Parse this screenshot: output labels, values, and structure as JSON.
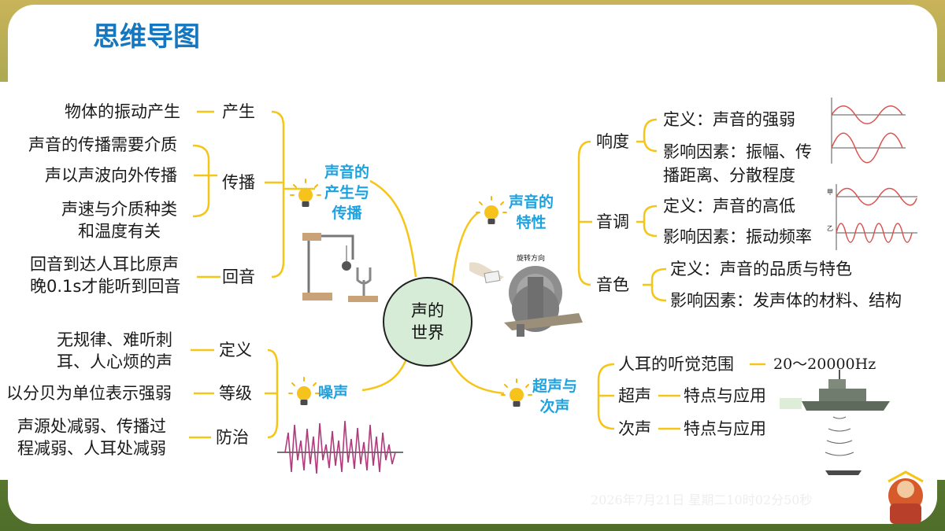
{
  "title": "思维导图",
  "center": "声的\n世界",
  "branches": {
    "production": {
      "label": "声音的\n产生与\n传播",
      "children": [
        {
          "label": "产生",
          "leaves": [
            "物体的振动产生"
          ]
        },
        {
          "label": "传播",
          "leaves": [
            "声音的传播需要介质",
            "声以声波向外传播",
            "声速与介质种类\n和温度有关"
          ]
        },
        {
          "label": "回音",
          "leaves": [
            "回音到达人耳比原声\n晚0.1s才能听到回音"
          ]
        }
      ]
    },
    "characteristics": {
      "label": "声音的\n特性",
      "children": [
        {
          "label": "响度",
          "leaves": [
            "定义：声音的强弱",
            "影响因素：振幅、传\n播距离、分散程度"
          ]
        },
        {
          "label": "音调",
          "leaves": [
            "定义：声音的高低",
            "影响因素：振动频率"
          ]
        },
        {
          "label": "音色",
          "leaves": [
            "定义：声音的品质与特色",
            "影响因素：发声体的材料、结构"
          ]
        }
      ]
    },
    "noise": {
      "label": "噪声",
      "children": [
        {
          "label": "定义",
          "leaves": [
            "无规律、难听刺\n耳、人心烦的声"
          ]
        },
        {
          "label": "等级",
          "leaves": [
            "以分贝为单位表示强弱"
          ]
        },
        {
          "label": "防治",
          "leaves": [
            "声源处减弱、传播过\n程减弱、人耳处减弱"
          ]
        }
      ]
    },
    "ultrasound": {
      "label": "超声与\n次声",
      "children": [
        {
          "label": "人耳的听觉范围",
          "leaves": [
            "20～20000Hz"
          ]
        },
        {
          "label": "超声",
          "leaves": [
            "特点与应用"
          ]
        },
        {
          "label": "次声",
          "leaves": [
            "特点与应用"
          ]
        }
      ]
    }
  },
  "figure_labels": {
    "rotation": "旋转方向",
    "wave_a": "甲",
    "wave_b": "乙"
  },
  "datetime": "2026年7月21日 星期二10时02分50秒",
  "colors": {
    "connector": "#f5c518",
    "accent": "#1da2e0",
    "title": "#1477bf",
    "center_fill": "#d6ecd7",
    "wave": "#d9534f",
    "noise_wave": "#b03a7a"
  },
  "icons": [
    "lightbulb-icon"
  ]
}
